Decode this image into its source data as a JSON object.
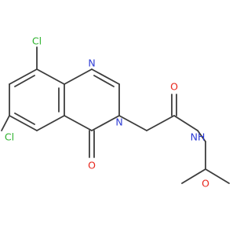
{
  "molecule": {
    "colors": {
      "bond": "#3c3c3c",
      "chlorine": "#2db22d",
      "nitrogen": "#2f3dd6",
      "oxygen": "#e8261c"
    },
    "atoms": {
      "cl_top": "Cl",
      "cl_left": "Cl",
      "n_ring_top": "N",
      "n_ring": "N",
      "o_ketone": "O",
      "o_amide": "O",
      "nh_amide": "NH",
      "o_methoxy": "O"
    }
  }
}
